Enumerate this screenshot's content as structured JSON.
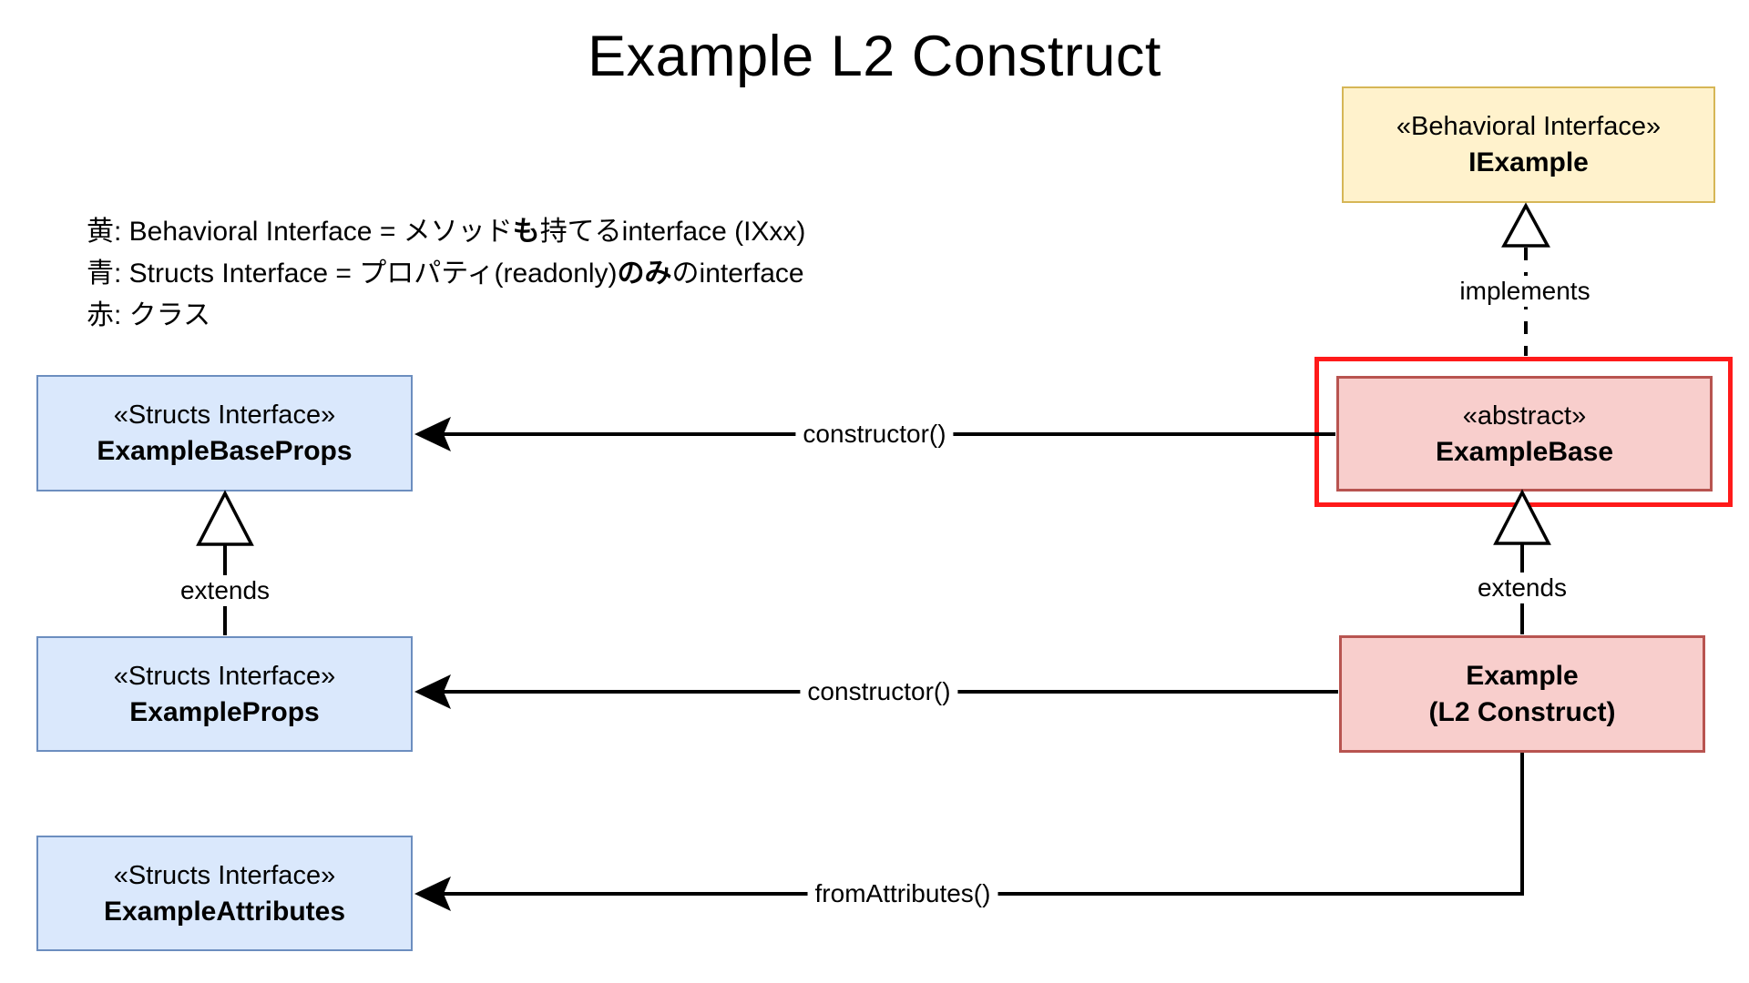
{
  "title": "Example L2 Construct",
  "legend": {
    "lines": [
      {
        "pre": "黄: Behavioral Interface = メソッド",
        "bold": "も",
        "post": "持てるinterface (IXxx)"
      },
      {
        "pre": "青: Structs Interface = プロパティ(readonly)",
        "bold": "のみ",
        "post": "のinterface"
      },
      {
        "pre": "赤: クラス",
        "bold": "",
        "post": ""
      }
    ]
  },
  "nodes": {
    "iexample": {
      "stereotype": "«Behavioral Interface»",
      "name": "IExample"
    },
    "example_base": {
      "stereotype": "«abstract»",
      "name": "ExampleBase"
    },
    "example": {
      "line1": "Example",
      "line2": "(L2 Construct)"
    },
    "example_base_props": {
      "stereotype": "«Structs Interface»",
      "name": "ExampleBaseProps"
    },
    "example_props": {
      "stereotype": "«Structs Interface»",
      "name": "ExampleProps"
    },
    "example_attributes": {
      "stereotype": "«Structs Interface»",
      "name": "ExampleAttributes"
    }
  },
  "edges": {
    "implements": "implements",
    "extends_left": "extends",
    "extends_right": "extends",
    "constructor_base": "constructor()",
    "constructor_props": "constructor()",
    "from_attributes": "fromAttributes()"
  },
  "colors": {
    "canvas_bg": "#ffffff",
    "yellow_fill": "#fff2cc",
    "yellow_border": "#d6b656",
    "blue_fill": "#dae8fc",
    "blue_border": "#6c8ebf",
    "red_fill": "#f8cecc",
    "red_border": "#b85450",
    "highlight": "#ff1a1a",
    "line": "#000000"
  }
}
